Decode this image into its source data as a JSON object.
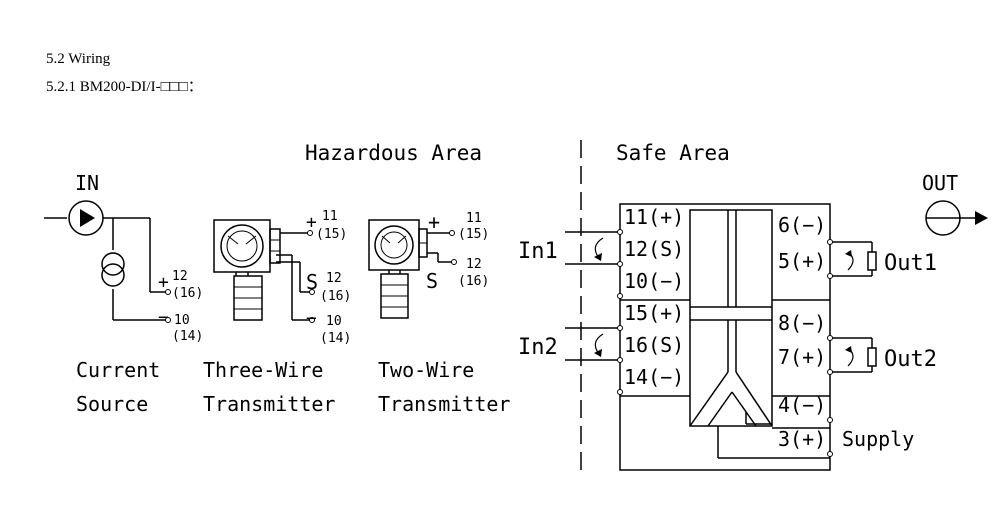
{
  "document": {
    "section_heading": "5.2 Wiring",
    "subsection_heading": "5.2.1 BM200-DI/I-□□□："
  },
  "diagram": {
    "zones": {
      "hazardous": "Hazardous Area",
      "safe": "Safe Area"
    },
    "io": {
      "in_label": "IN",
      "out_label": "OUT"
    },
    "current_source": {
      "terminal_plus": "+",
      "terminal_minus": "−",
      "plus_num": "12",
      "plus_alt": "(16)",
      "minus_num": "10",
      "minus_alt": "(14)",
      "caption_line1": "Current",
      "caption_line2": "Source"
    },
    "three_wire": {
      "plus": "+",
      "plus_num": "11",
      "plus_alt": "(15)",
      "s": "S",
      "s_num": "12",
      "s_alt": "(16)",
      "minus": "−",
      "minus_num": "10",
      "minus_alt": "(14)",
      "caption_line1": "Three-Wire",
      "caption_line2": "Transmitter"
    },
    "two_wire": {
      "plus": "+",
      "plus_num": "11",
      "plus_alt": "(15)",
      "s": "S",
      "s_num": "12",
      "s_alt": "(16)",
      "caption_line1": "Two-Wire",
      "caption_line2": "Transmitter"
    },
    "channels": {
      "in1": "In1",
      "in2": "In2",
      "out1": "Out1",
      "out2": "Out2",
      "supply": "Supply"
    },
    "terminals_left": [
      "11(+)",
      "12(S)",
      "10(−)",
      "15(+)",
      "16(S)",
      "14(−)"
    ],
    "terminals_right": [
      "6(−)",
      "5(+)",
      "8(−)",
      "7(+)",
      "4(−)",
      "3(+)"
    ]
  }
}
